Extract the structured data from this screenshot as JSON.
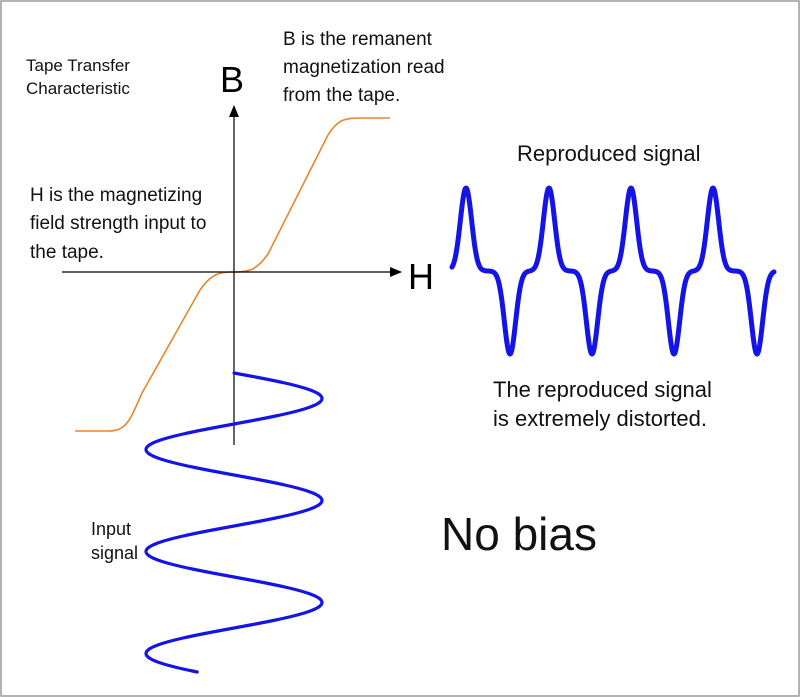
{
  "title_lines": [
    "Tape Transfer",
    "Characteristic"
  ],
  "axes": {
    "b_label": "B",
    "h_label": "H"
  },
  "annotations": {
    "b_description": [
      "B is the remanent",
      "magnetization read",
      "from the tape."
    ],
    "h_description": [
      "H is the magnetizing",
      "field strength input to",
      "the tape."
    ],
    "input_signal": [
      "Input",
      "signal"
    ],
    "reproduced_signal": "Reproduced signal",
    "distortion_note": [
      "The reproduced signal",
      "is extremely distorted."
    ],
    "mode": "No bias"
  },
  "colors": {
    "transfer_curve": "#e8852b",
    "signal": "#1414e6",
    "axes": "#000000",
    "frame": "#9a9a9a"
  }
}
